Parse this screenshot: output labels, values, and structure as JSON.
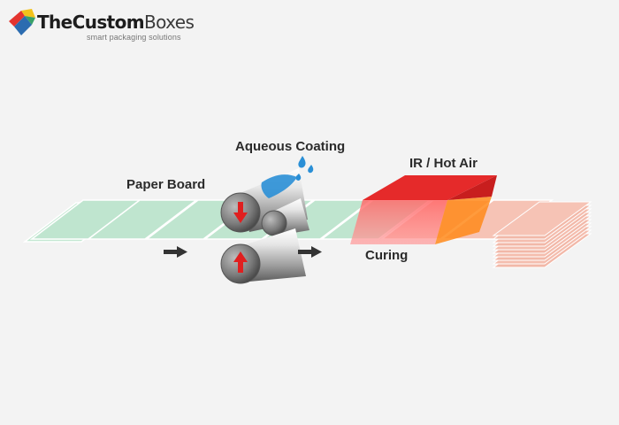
{
  "brand": {
    "name_bold": "TheCustom",
    "name_light": "Boxes",
    "tagline": "smart packaging solutions"
  },
  "labels": {
    "paper_board": "Paper Board",
    "aqueous_coating": "Aqueous Coating",
    "ir_hot_air": "IR / Hot Air",
    "curing": "Curing"
  },
  "colors": {
    "background": "#f3f3f3",
    "paper_board": "#bfe5cf",
    "coating_drops": "#2a8fd6",
    "curing_hood": "#e52a2a",
    "hood_edge": "#ff8a1a",
    "finished_sheet": "#f6c3b5",
    "roller_arrow": "#e01f1f",
    "flow_arrow": "#333333"
  },
  "icons": [
    "logo-mark-icon",
    "arrow-down-icon",
    "arrow-up-icon",
    "arrow-right-icon",
    "water-drop-icon"
  ]
}
